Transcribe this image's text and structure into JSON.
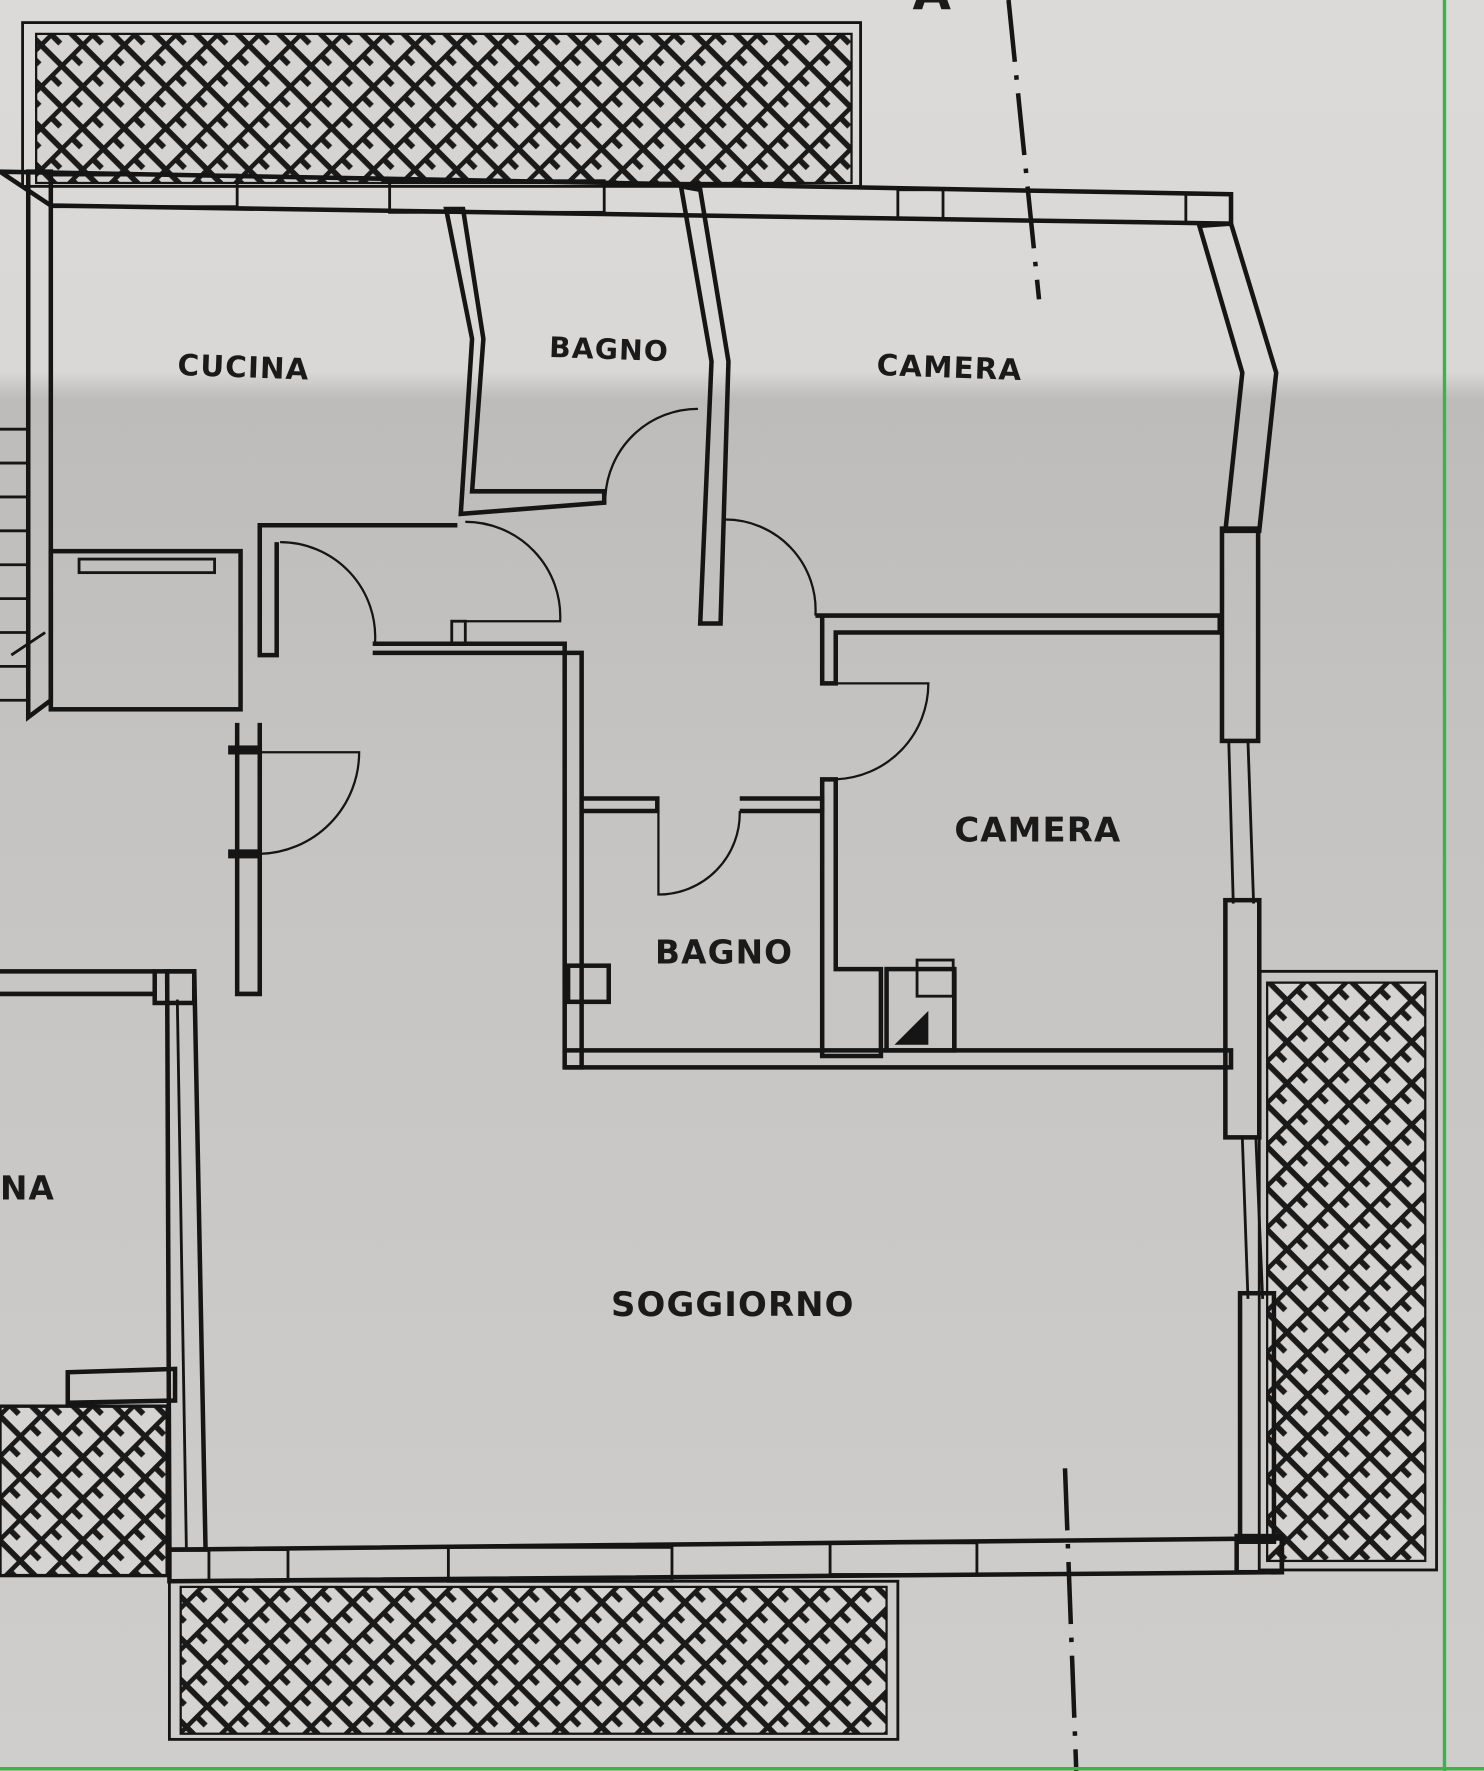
{
  "plan": {
    "section_marker": "A",
    "rooms": {
      "cucina": "CUCINA",
      "bagno_top": "BAGNO",
      "camera_top": "CAMERA",
      "camera_right": "CAMERA",
      "bagno_mid": "BAGNO",
      "soggiorno": "SOGGIORNO",
      "partial_left": "NA"
    }
  },
  "colors": {
    "paper_light": "#dcdad8",
    "paper_shadow": "#c3c1bf",
    "ink": "#151515",
    "frame_green": "#3cb34a"
  }
}
